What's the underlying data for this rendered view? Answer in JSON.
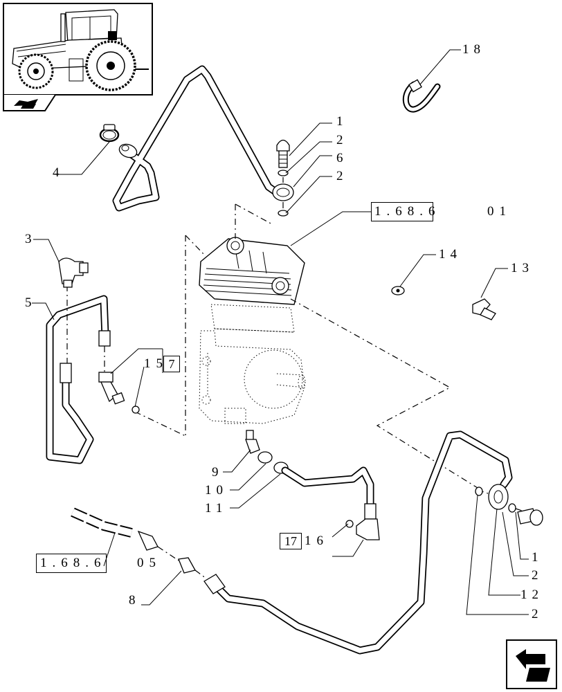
{
  "callouts": {
    "c1a": "1",
    "c2a": "2",
    "c6": "6",
    "c2b": "2",
    "c18": "18",
    "c4": "4",
    "c3": "3",
    "c5": "5",
    "c14": "14",
    "c13": "13",
    "c9": "9",
    "c10": "10",
    "c11": "11",
    "c8": "8",
    "c1b": "1",
    "c2c": "2",
    "c12": "12",
    "c2d": "2"
  },
  "references": {
    "ref_top_main": "1.68.6",
    "ref_top_sub": "01",
    "ref_bottom_main": "1.68.6",
    "ref_bottom_sub": "05",
    "ref_15_prefix": "15",
    "ref_15_box": "7",
    "ref_16_box": "17",
    "ref_16_suffix": "16"
  },
  "icons": {
    "thumbnail": "tractor-thumbnail-icon",
    "section": "section-tab-icon",
    "nav": "navigation-arrow-icon"
  }
}
